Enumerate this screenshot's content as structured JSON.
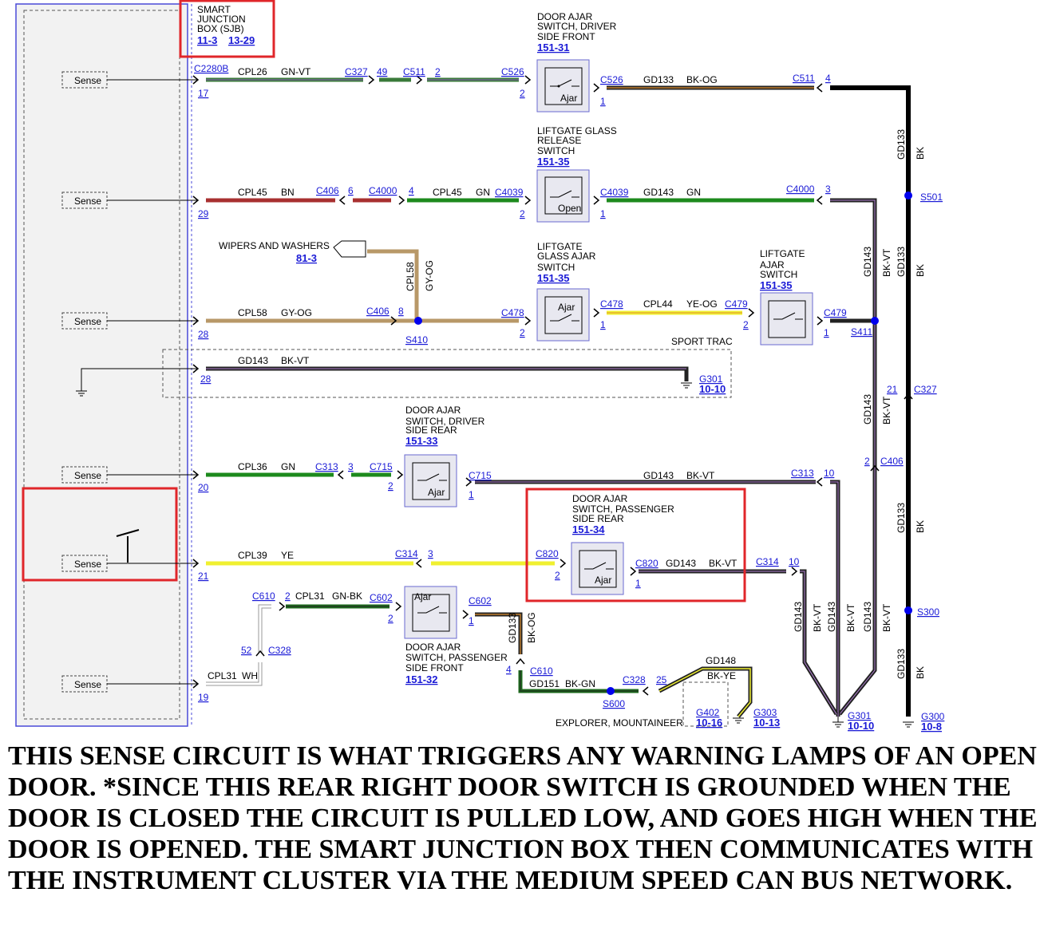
{
  "sjb": {
    "title": [
      "SMART",
      "JUNCTION",
      "BOX (SJB)"
    ],
    "ref1": "11-3",
    "ref2": "13-29"
  },
  "sense_label": "Sense",
  "rows": {
    "r1": {
      "c1": "C2280B",
      "pin": "17",
      "wire": "CPL26",
      "color": "GN-VT",
      "c2": "C327",
      "p2": "49",
      "c3": "C511",
      "p3": "2",
      "c4": "C526",
      "p4": "2"
    },
    "r2": {
      "pin": "29",
      "wire1": "CPL45",
      "color1": "BN",
      "c2": "C406",
      "p2": "6",
      "c3": "C4000",
      "p3": "4",
      "wire2": "CPL45",
      "color2": "GN",
      "c4": "C4039",
      "p4": "2"
    },
    "r3": {
      "pin": "28",
      "wire": "CPL58",
      "color": "GY-OG",
      "c2": "C406",
      "p2": "8",
      "splice": "S410",
      "c4": "C478",
      "p4": "2",
      "vwire": "CPL58",
      "vcolor": "GY-OG"
    },
    "r4": {
      "pin": "28",
      "wire": "GD143",
      "color": "BK-VT",
      "option": "SPORT TRAC",
      "ground": "G301",
      "gref": "10-10"
    },
    "r5": {
      "pin": "20",
      "wire": "CPL36",
      "color": "GN",
      "c2": "C313",
      "p2": "3",
      "c3": "C715",
      "p3": "2"
    },
    "r6": {
      "pin": "21",
      "wire": "CPL39",
      "color": "YE",
      "c2": "C314",
      "p2": "3",
      "c3": "C820",
      "p3": "2"
    },
    "r7": {
      "pin": "19",
      "wire": "CPL31",
      "color": "WH",
      "c1": "C328",
      "p1": "52",
      "c2": "C610",
      "p2": "2",
      "wire2": "CPL31",
      "color2": "GN-BK",
      "c3": "C602",
      "p3": "2"
    }
  },
  "wipers": {
    "label": "WIPERS AND WASHERS",
    "ref": "81-3"
  },
  "switches": {
    "s1": {
      "title": [
        "DOOR AJAR",
        "SWITCH, DRIVER",
        "SIDE FRONT"
      ],
      "ref": "151-31",
      "state": "Ajar",
      "out_conn": "C526",
      "out_pin": "1",
      "wire": "GD133",
      "color": "BK-OG",
      "c_end": "C511",
      "p_end": "4"
    },
    "s2": {
      "title": [
        "LIFTGATE GLASS",
        "RELEASE",
        "SWITCH"
      ],
      "ref": "151-35",
      "state": "Open",
      "out_conn": "C4039",
      "out_pin": "1",
      "wire": "GD143",
      "color": "GN",
      "c_end": "C4000",
      "p_end": "3"
    },
    "s3": {
      "title": [
        "LIFTGATE",
        "GLASS AJAR",
        "SWITCH"
      ],
      "ref": "151-35",
      "state": "Ajar",
      "out_conn": "C478",
      "out_pin": "1",
      "wire": "CPL44",
      "color": "YE-OG",
      "c_end": "C479",
      "p_end": "2"
    },
    "s4": {
      "title": [
        "LIFTGATE",
        "AJAR",
        "SWITCH"
      ],
      "ref": "151-35",
      "out_conn": "C479",
      "out_pin": "1",
      "splice": "S411"
    },
    "s5": {
      "title": [
        "DOOR AJAR",
        "SWITCH, DRIVER",
        "SIDE REAR"
      ],
      "ref": "151-33",
      "state": "Ajar",
      "out_conn": "C715",
      "out_pin": "1",
      "wire": "GD143",
      "color": "BK-VT",
      "c_end": "C313",
      "p_end": "10"
    },
    "s6": {
      "title": [
        "DOOR AJAR",
        "SWITCH, PASSENGER",
        "SIDE REAR"
      ],
      "ref": "151-34",
      "state": "Ajar",
      "out_conn": "C820",
      "out_pin": "1",
      "wire": "GD143",
      "color": "BK-VT",
      "c_end": "C314",
      "p_end": "10"
    },
    "s7": {
      "title": [
        "DOOR AJAR",
        "SWITCH, PASSENGER",
        "SIDE FRONT"
      ],
      "ref": "151-32",
      "state": "Ajar",
      "out_conn": "C602",
      "out_pin": "1",
      "wire": "GD133",
      "color": "BK-OG"
    }
  },
  "bottom": {
    "c610": "C610",
    "p610": "4",
    "wire": "GD151",
    "color": "BK-GN",
    "splice": "S600",
    "c328": "C328",
    "p328": "25",
    "wire2": "GD148",
    "color2": "BK-YE",
    "option": "EXPLORER, MOUNTAINEER",
    "g402": "G402",
    "g402ref": "10-16",
    "g303": "G303",
    "g303ref": "10-13"
  },
  "vert": {
    "wire_a": "GD143",
    "color_a": "BK-VT",
    "wire_b": "GD133",
    "color_b": "BK",
    "s501": "S501",
    "c327": "C327",
    "p327": "21",
    "c406": "C406",
    "p406": "2",
    "s300": "S300",
    "g301": "G301",
    "g301ref": "10-10",
    "g300": "G300",
    "g300ref": "10-8"
  },
  "caption": "THIS SENSE CIRCUIT IS WHAT TRIGGERS ANY WARNING LAMPS OF AN OPEN DOOR. *SINCE THIS REAR RIGHT DOOR SWITCH IS GROUNDED WHEN THE DOOR IS CLOSED THE CIRCUIT IS PULLED LOW, AND GOES HIGH WHEN THE DOOR IS OPENED. THE SMART JUNCTION BOX THEN COMMUNICATES WITH THE INSTRUMENT CLUSTER VIA THE MEDIUM SPEED CAN BUS NETWORK."
}
